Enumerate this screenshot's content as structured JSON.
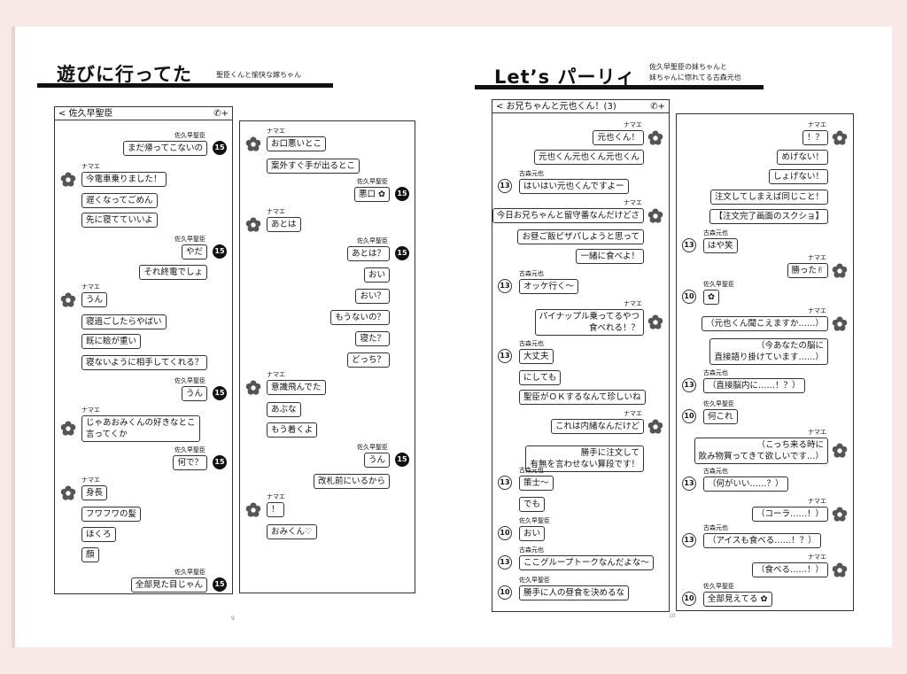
{
  "left": {
    "title": "遊びに行ってた",
    "subtitle": "聖臣くんと愉快な嫁ちゃん",
    "page_number": "9",
    "panel1": {
      "header": "< 佐久早聖臣",
      "header_icons": "✆+",
      "messages": [
        {
          "name": "佐久早聖臣",
          "text": "まだ帰ってこないの",
          "avatar": "15"
        },
        {
          "name": "ナマエ",
          "text": "今電車乗りました！"
        },
        {
          "text": "遅くなってごめん"
        },
        {
          "text": "先に寝てていいよ"
        },
        {
          "name": "佐久早聖臣",
          "text": "やだ",
          "avatar": "15"
        },
        {
          "text": "それ終電でしょ"
        },
        {
          "name": "ナマエ",
          "text": "うん"
        },
        {
          "text": "寝過ごしたらやばい"
        },
        {
          "text": "既に瞼が重い"
        },
        {
          "text": "寝ないように相手してくれる？"
        },
        {
          "name": "佐久早聖臣",
          "text": "うん",
          "avatar": "15"
        },
        {
          "name": "ナマエ",
          "text": "じゃあおみくんの好きなとこ",
          "text2": "言ってくか"
        },
        {
          "name": "佐久早聖臣",
          "text": "何で？",
          "avatar": "15"
        },
        {
          "name": "ナマエ",
          "text": "身長"
        },
        {
          "text": "フワフワの髪"
        },
        {
          "text": "ほくろ"
        },
        {
          "text": "顔"
        },
        {
          "name": "佐久早聖臣",
          "text": "全部見た目じゃん",
          "avatar": "15"
        }
      ]
    },
    "panel2": {
      "messages": [
        {
          "name": "ナマエ",
          "text": "お口悪いとこ"
        },
        {
          "text": "案外すぐ手が出るとこ"
        },
        {
          "name": "佐久早聖臣",
          "text": "悪口 ✿",
          "avatar": "15"
        },
        {
          "name": "ナマエ",
          "text": "あとは"
        },
        {
          "name": "佐久早聖臣",
          "text": "あとは？",
          "avatar": "15"
        },
        {
          "text": "おい"
        },
        {
          "text": "おい？"
        },
        {
          "text": "もうないの？"
        },
        {
          "text": "寝た？"
        },
        {
          "text": "どっち？"
        },
        {
          "name": "ナマエ",
          "text": "意識飛んでた"
        },
        {
          "text": "あぶな"
        },
        {
          "text": "もう着くよ"
        },
        {
          "name": "佐久早聖臣",
          "text": "うん",
          "avatar": "15"
        },
        {
          "text": "改札前にいるから"
        },
        {
          "name": "ナマエ",
          "text": "！"
        },
        {
          "text": "おみくん♡"
        }
      ]
    }
  },
  "right": {
    "title": "Let’s パーリィ",
    "subtitle1": "佐久早聖臣の妹ちゃんと",
    "subtitle2": "妹ちゃんに惚れてる古森元也",
    "page_number": "10",
    "panel1": {
      "header": "< お兄ちゃんと元也くん！(3)",
      "header_icons": "✆+",
      "messages": [
        {
          "name": "ナマエ",
          "text": "元也くん！"
        },
        {
          "text": "元也くん元也くん元也くん"
        },
        {
          "name": "古森元也",
          "text": "はいはい元也くんですよー",
          "avatar": "13"
        },
        {
          "name": "ナマエ",
          "text": "今日お兄ちゃんと留守番なんだけどさ"
        },
        {
          "text": "お昼ご飯ピザパしようと思って"
        },
        {
          "text": "一緒に食べよ！"
        },
        {
          "name": "古森元也",
          "text": "オッケ行く〜",
          "avatar": "13"
        },
        {
          "name": "ナマエ",
          "text": "パイナップル乗ってるやつ",
          "text2": "食べれる！？"
        },
        {
          "name": "古森元也",
          "text": "大丈夫",
          "avatar": "13"
        },
        {
          "text": "にしても"
        },
        {
          "text": "聖臣がＯＫするなんて珍しいね"
        },
        {
          "name": "ナマエ",
          "text": "これは内緒なんだけど"
        },
        {
          "text": "勝手に注文して",
          "text2": "有無を言わせない算段です！"
        },
        {
          "name": "古森元也",
          "text": "策士〜",
          "avatar": "13"
        },
        {
          "text": "でも"
        },
        {
          "name": "佐久早聖臣",
          "text": "おい",
          "avatar": "10"
        },
        {
          "name": "古森元也",
          "text": "ここグループトークなんだよな〜",
          "avatar": "13"
        },
        {
          "name": "佐久早聖臣",
          "text": "勝手に人の昼食を決めるな",
          "avatar": "10"
        }
      ]
    },
    "panel2": {
      "messages": [
        {
          "name": "ナマエ",
          "text": "！？"
        },
        {
          "text": "めげない！"
        },
        {
          "text": "しょげない！"
        },
        {
          "text": "注文してしまえば同じこと！"
        },
        {
          "text": "【注文完了画面のスクショ】"
        },
        {
          "name": "古森元也",
          "text": "はや笑",
          "avatar": "13"
        },
        {
          "name": "ナマエ",
          "text": "勝った✌"
        },
        {
          "name": "佐久早聖臣",
          "text": "✿",
          "avatar": "10"
        },
        {
          "name": "ナマエ",
          "text": "（元也くん聞こえますか……）"
        },
        {
          "text": "（今あなたの脳に",
          "text2": "直接語り掛けています……）"
        },
        {
          "name": "古森元也",
          "text": "（直接脳内に……！？）",
          "avatar": "13"
        },
        {
          "name": "佐久早聖臣",
          "text": "何これ",
          "avatar": "10"
        },
        {
          "name": "ナマエ",
          "text": "（こっち来る時に",
          "text2": "飲み物買ってきて欲しいです…）"
        },
        {
          "name": "古森元也",
          "text": "（何がいい……？）",
          "avatar": "13"
        },
        {
          "name": "ナマエ",
          "text": "（コーラ……！）"
        },
        {
          "name": "古森元也",
          "text": "（アイスも食べる……！？）",
          "avatar": "13"
        },
        {
          "name": "ナマエ",
          "text": "（食べる……！）"
        },
        {
          "name": "佐久早聖臣",
          "text": "全部見えてる ✿",
          "avatar": "10"
        }
      ]
    }
  },
  "colors": {
    "background": "#f9e9e6",
    "page": "#ffffff",
    "ink": "#111111",
    "avatar_dark": "#111111"
  },
  "icons": [
    "flower-icon",
    "phone-icon",
    "plus-icon"
  ]
}
